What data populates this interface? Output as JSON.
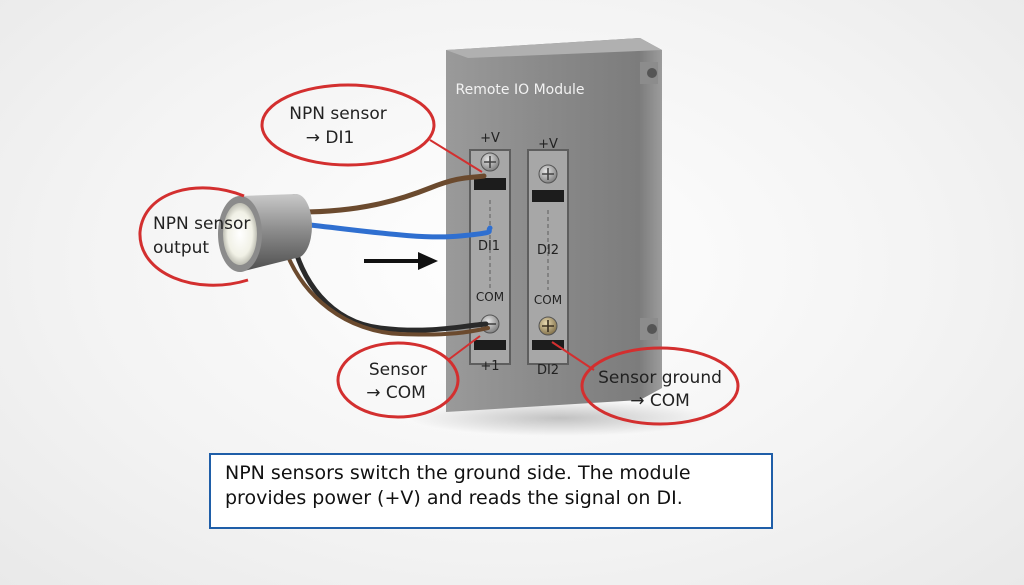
{
  "module": {
    "title": "Remote IO Module",
    "col1": {
      "top": "+V",
      "mid": "DI1",
      "com": "COM",
      "bottom": "+1"
    },
    "col2": {
      "top": "+V",
      "mid": "DI2",
      "com": "COM",
      "bottom": "DI2"
    }
  },
  "callouts": {
    "npn_di1": {
      "line1": "NPN sensor",
      "line2": "→ DI1"
    },
    "npn_output": {
      "line1": "NPN sensor",
      "line2": "output"
    },
    "sensor_com": {
      "line1": "Sensor",
      "line2": "→ COM"
    },
    "sensor_ground": {
      "line1": "Sensor ground",
      "line2": "→ COM"
    }
  },
  "caption": {
    "line1": "NPN sensors switch the ground side. The module",
    "line2": "provides power (+V)  and  reads the signal on DI."
  },
  "colors": {
    "callout_outline": "#d32f2f",
    "caption_border": "#1f5ea8",
    "wire_brown": "#6b4a2e",
    "wire_blue": "#2f6fd0",
    "wire_black": "#2a2a2a"
  }
}
